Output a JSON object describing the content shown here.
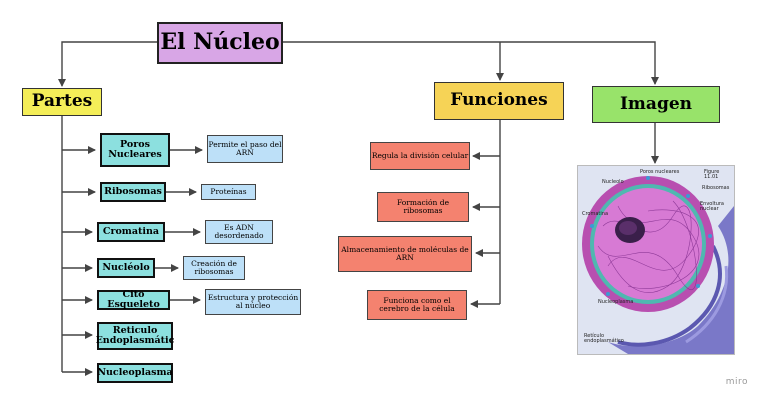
{
  "title": "El Núcleo",
  "categories": {
    "partes": "Partes",
    "funciones": "Funciones",
    "imagen": "Imagen"
  },
  "parts": [
    {
      "name": "Poros Nucleares",
      "desc": "Permite el paso del ARN"
    },
    {
      "name": "Ribosomas",
      "desc": "Proteínas"
    },
    {
      "name": "Cromatina",
      "desc": "Es ADN desordenado"
    },
    {
      "name": "Nucléolo",
      "desc": "Creación de ribosomas"
    },
    {
      "name": "Cito Esqueleto",
      "desc": "Estructura y protección al núcleo"
    },
    {
      "name": "Reticulo Endoplasmátic",
      "desc": ""
    },
    {
      "name": "Nucleoplasma",
      "desc": ""
    }
  ],
  "functions": [
    "Regula la división celular",
    "Formación de ribosomas",
    "Almacenamiento de moléculas de ARN",
    "Funciona como el cerebro de la célula"
  ],
  "image_labels": {
    "poros": "Poros nucleares",
    "figure": "Figure 11.01",
    "nucleolo": "Nucleolo",
    "ribosomas": "Ribosomas",
    "cromatina": "Cromatina",
    "envoltura": "Envoltura nuclear",
    "nucleoplasma": "Nucleoplasma",
    "reticulo": "Retículo endoplasmático"
  },
  "watermark": "miro",
  "colors": {
    "title": "#d8a6e6",
    "partes": "#f4ee58",
    "funciones": "#f6d356",
    "imagen": "#98e36a",
    "part_box": "#8ce0df",
    "desc_box": "#bde0f8",
    "function_box": "#f4826f"
  }
}
